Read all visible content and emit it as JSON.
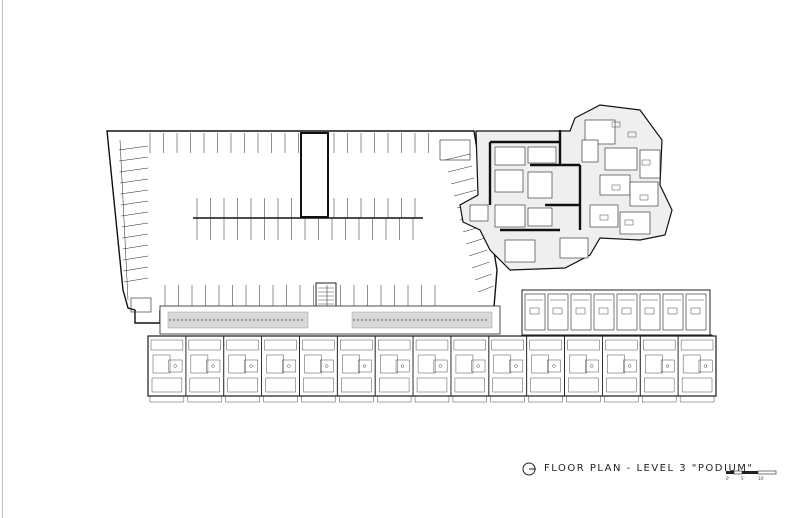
{
  "caption": {
    "title": "FLOOR PLAN - LEVEL 3 \"PODIUM\""
  },
  "scale_bar": {
    "labels": [
      "0'",
      "5'",
      "10'"
    ]
  },
  "icons": {
    "north": "north-arrow-icon"
  },
  "colors": {
    "background": "#ffffff",
    "line": "#222222",
    "heavy_wall": "#111111",
    "landscape": "#d9d9d9",
    "tower_fill": "#efefef"
  }
}
